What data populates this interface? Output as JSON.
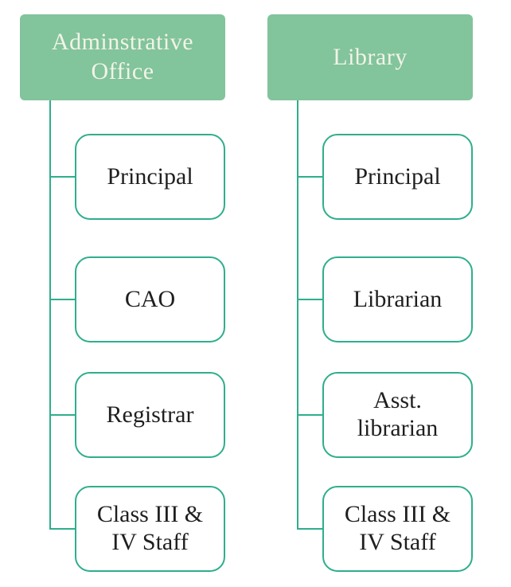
{
  "colors": {
    "header_fill": "#82C49C",
    "header_text": "#F2F3E6",
    "line": "#2FAE8C",
    "box_text": "#1F1F1F"
  },
  "columns": [
    {
      "header": "Adminstrative Office",
      "children": [
        "Principal",
        "CAO",
        "Registrar",
        "Class III & IV Staff"
      ]
    },
    {
      "header": "Library",
      "children": [
        "Principal",
        "Librarian",
        "Asst. librarian",
        "Class III & IV Staff"
      ]
    }
  ]
}
